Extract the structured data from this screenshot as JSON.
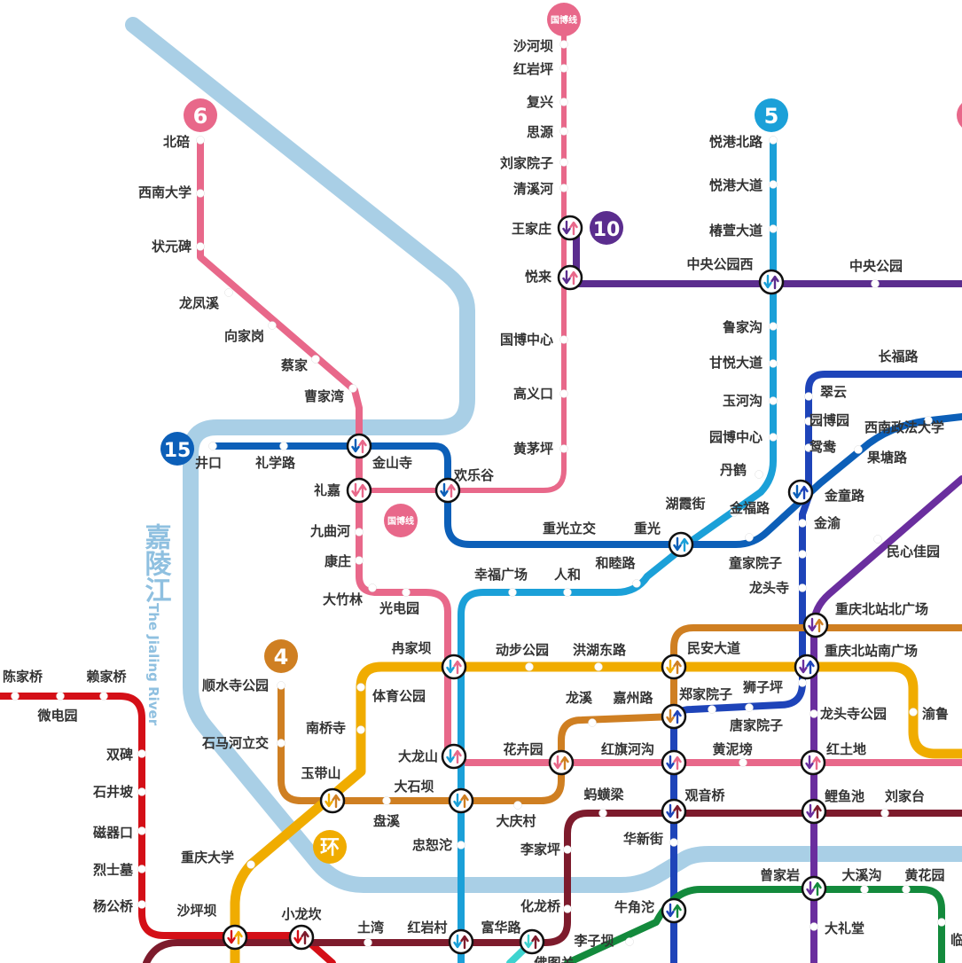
{
  "badges": {
    "line6": "6",
    "line5": "5",
    "line10": "10",
    "line15": "15",
    "line4": "4",
    "loop": "环",
    "guobo_top": "国博线",
    "guobo_mid": "国博线"
  },
  "river": {
    "name_cn": "嘉陵江",
    "name_en": "The Jialing River"
  },
  "colors": {
    "line6": "#e8688a",
    "line10": "#5b2d8e",
    "line5": "#1ba0d8",
    "line15": "#0c5fb8",
    "line3": "#1e44b9",
    "purple": "#6a2e9e",
    "line4": "#cf7f22",
    "loop": "#f0ac00",
    "line1": "#d40f17",
    "line9": "#7d1b2c",
    "green": "#138a3c",
    "teal": "#3ed3cf",
    "river": "#a9cfe6"
  },
  "stations": [
    "北碚",
    "西南大学",
    "状元碑",
    "龙凤溪",
    "向家岗",
    "蔡家",
    "曹家湾",
    "礼嘉",
    "九曲河",
    "康庄",
    "大竹林",
    "光电园",
    "金山寺",
    "井口",
    "礼学路",
    "欢乐谷",
    "黄茅坪",
    "高义口",
    "国博中心",
    "悦来",
    "王家庄",
    "清溪河",
    "刘家院子",
    "思源",
    "复兴",
    "红岩坪",
    "沙河坝",
    "悦港北路",
    "悦港大道",
    "椿萱大道",
    "中央公园西",
    "中央公园",
    "鲁家沟",
    "甘悦大道",
    "玉河沟",
    "园博中心",
    "丹鹤",
    "金福路",
    "湖霞街",
    "重光",
    "重光立交",
    "和睦路",
    "人和",
    "幸福广场",
    "长福路",
    "翠云",
    "园博园",
    "西南政法大学",
    "鸳鸯",
    "果塘路",
    "金童路",
    "金渝",
    "民心佳园",
    "童家院子",
    "龙头寺",
    "重庆北站北广场",
    "重庆北站南广场",
    "民安大道",
    "洪湖东路",
    "动步公园",
    "冉家坝",
    "狮子坪",
    "郑家院子",
    "龙溪",
    "嘉州路",
    "龙头寺公园",
    "渝鲁",
    "唐家院子",
    "体育公园",
    "南桥寺",
    "顺水寺公园",
    "石马河立交",
    "花卉园",
    "红旗河沟",
    "黄泥塝",
    "红土地",
    "大龙山",
    "玉带山",
    "大石坝",
    "盘溪",
    "大庆村",
    "忠恕沱",
    "蚂蟥梁",
    "观音桥",
    "鲤鱼池",
    "刘家台",
    "华新街",
    "李家坪",
    "重庆大学",
    "曾家岩",
    "大溪沟",
    "黄花园",
    "化龙桥",
    "牛角沱",
    "大礼堂",
    "李子坝",
    "佛图关",
    "沙坪坝",
    "小龙坎",
    "土湾",
    "红岩村",
    "富华路",
    "临",
    "陈家桥",
    "赖家桥",
    "微电园",
    "双碑",
    "石井坡",
    "磁器口",
    "烈士墓",
    "杨公桥"
  ]
}
